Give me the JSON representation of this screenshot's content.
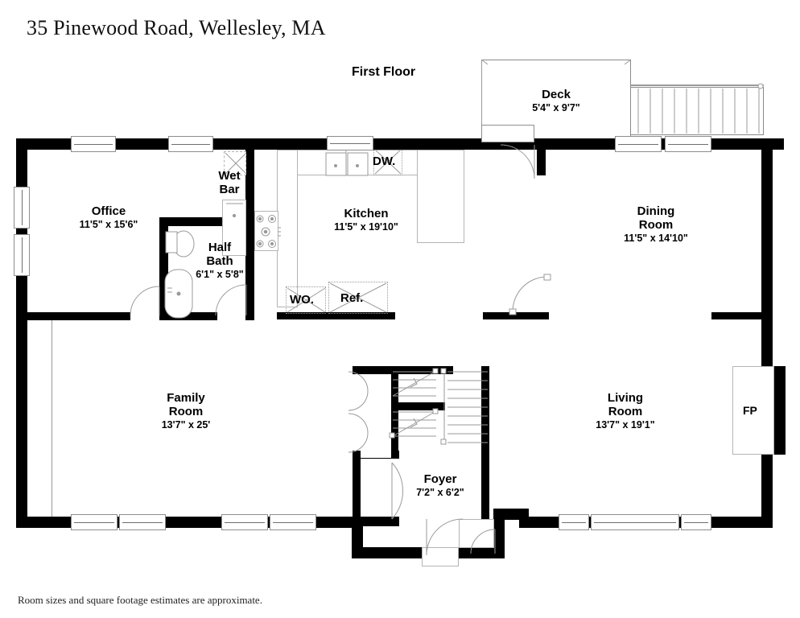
{
  "header": {
    "title": "35 Pinewood Road, Wellesley, MA",
    "floor_label": "First Floor"
  },
  "footer": {
    "disclaimer": "Room sizes and square footage estimates are approximate."
  },
  "plan": {
    "rooms": [
      {
        "key": "office",
        "name": "Office",
        "dimensions": "11'5\" x 15'6\""
      },
      {
        "key": "kitchen",
        "name": "Kitchen",
        "dimensions": "11'5\" x 19'10\""
      },
      {
        "key": "dining",
        "name": "Dining\nRoom",
        "name_line1": "Dining",
        "name_line2": "Room",
        "dimensions": "11'5\" x 14'10\""
      },
      {
        "key": "family",
        "name_line1": "Family",
        "name_line2": "Room",
        "dimensions": "13'7\" x 25'"
      },
      {
        "key": "living",
        "name_line1": "Living",
        "name_line2": "Room",
        "dimensions": "13'7\" x 19'1\""
      },
      {
        "key": "foyer",
        "name": "Foyer",
        "dimensions": "7'2\" x 6'2\""
      },
      {
        "key": "half_bath",
        "name_line1": "Half",
        "name_line2": "Bath",
        "dimensions": "6'1\" x 5'8\""
      },
      {
        "key": "wet_bar",
        "name_line1": "Wet",
        "name_line2": "Bar",
        "dimensions": ""
      },
      {
        "key": "deck",
        "name": "Deck",
        "dimensions": "5'4\" x 9'7\""
      }
    ],
    "fixture_tags": [
      {
        "key": "dishwasher",
        "label": "DW."
      },
      {
        "key": "wall_oven",
        "label": "WO."
      },
      {
        "key": "refrigerator",
        "label": "Ref."
      },
      {
        "key": "fireplace",
        "label": "FP"
      }
    ],
    "colors": {
      "wall": "#000000",
      "fixture_outline": "#b4b4b4",
      "window_outline": "#8d8d8d",
      "background": "#ffffff",
      "text": "#000000"
    }
  }
}
